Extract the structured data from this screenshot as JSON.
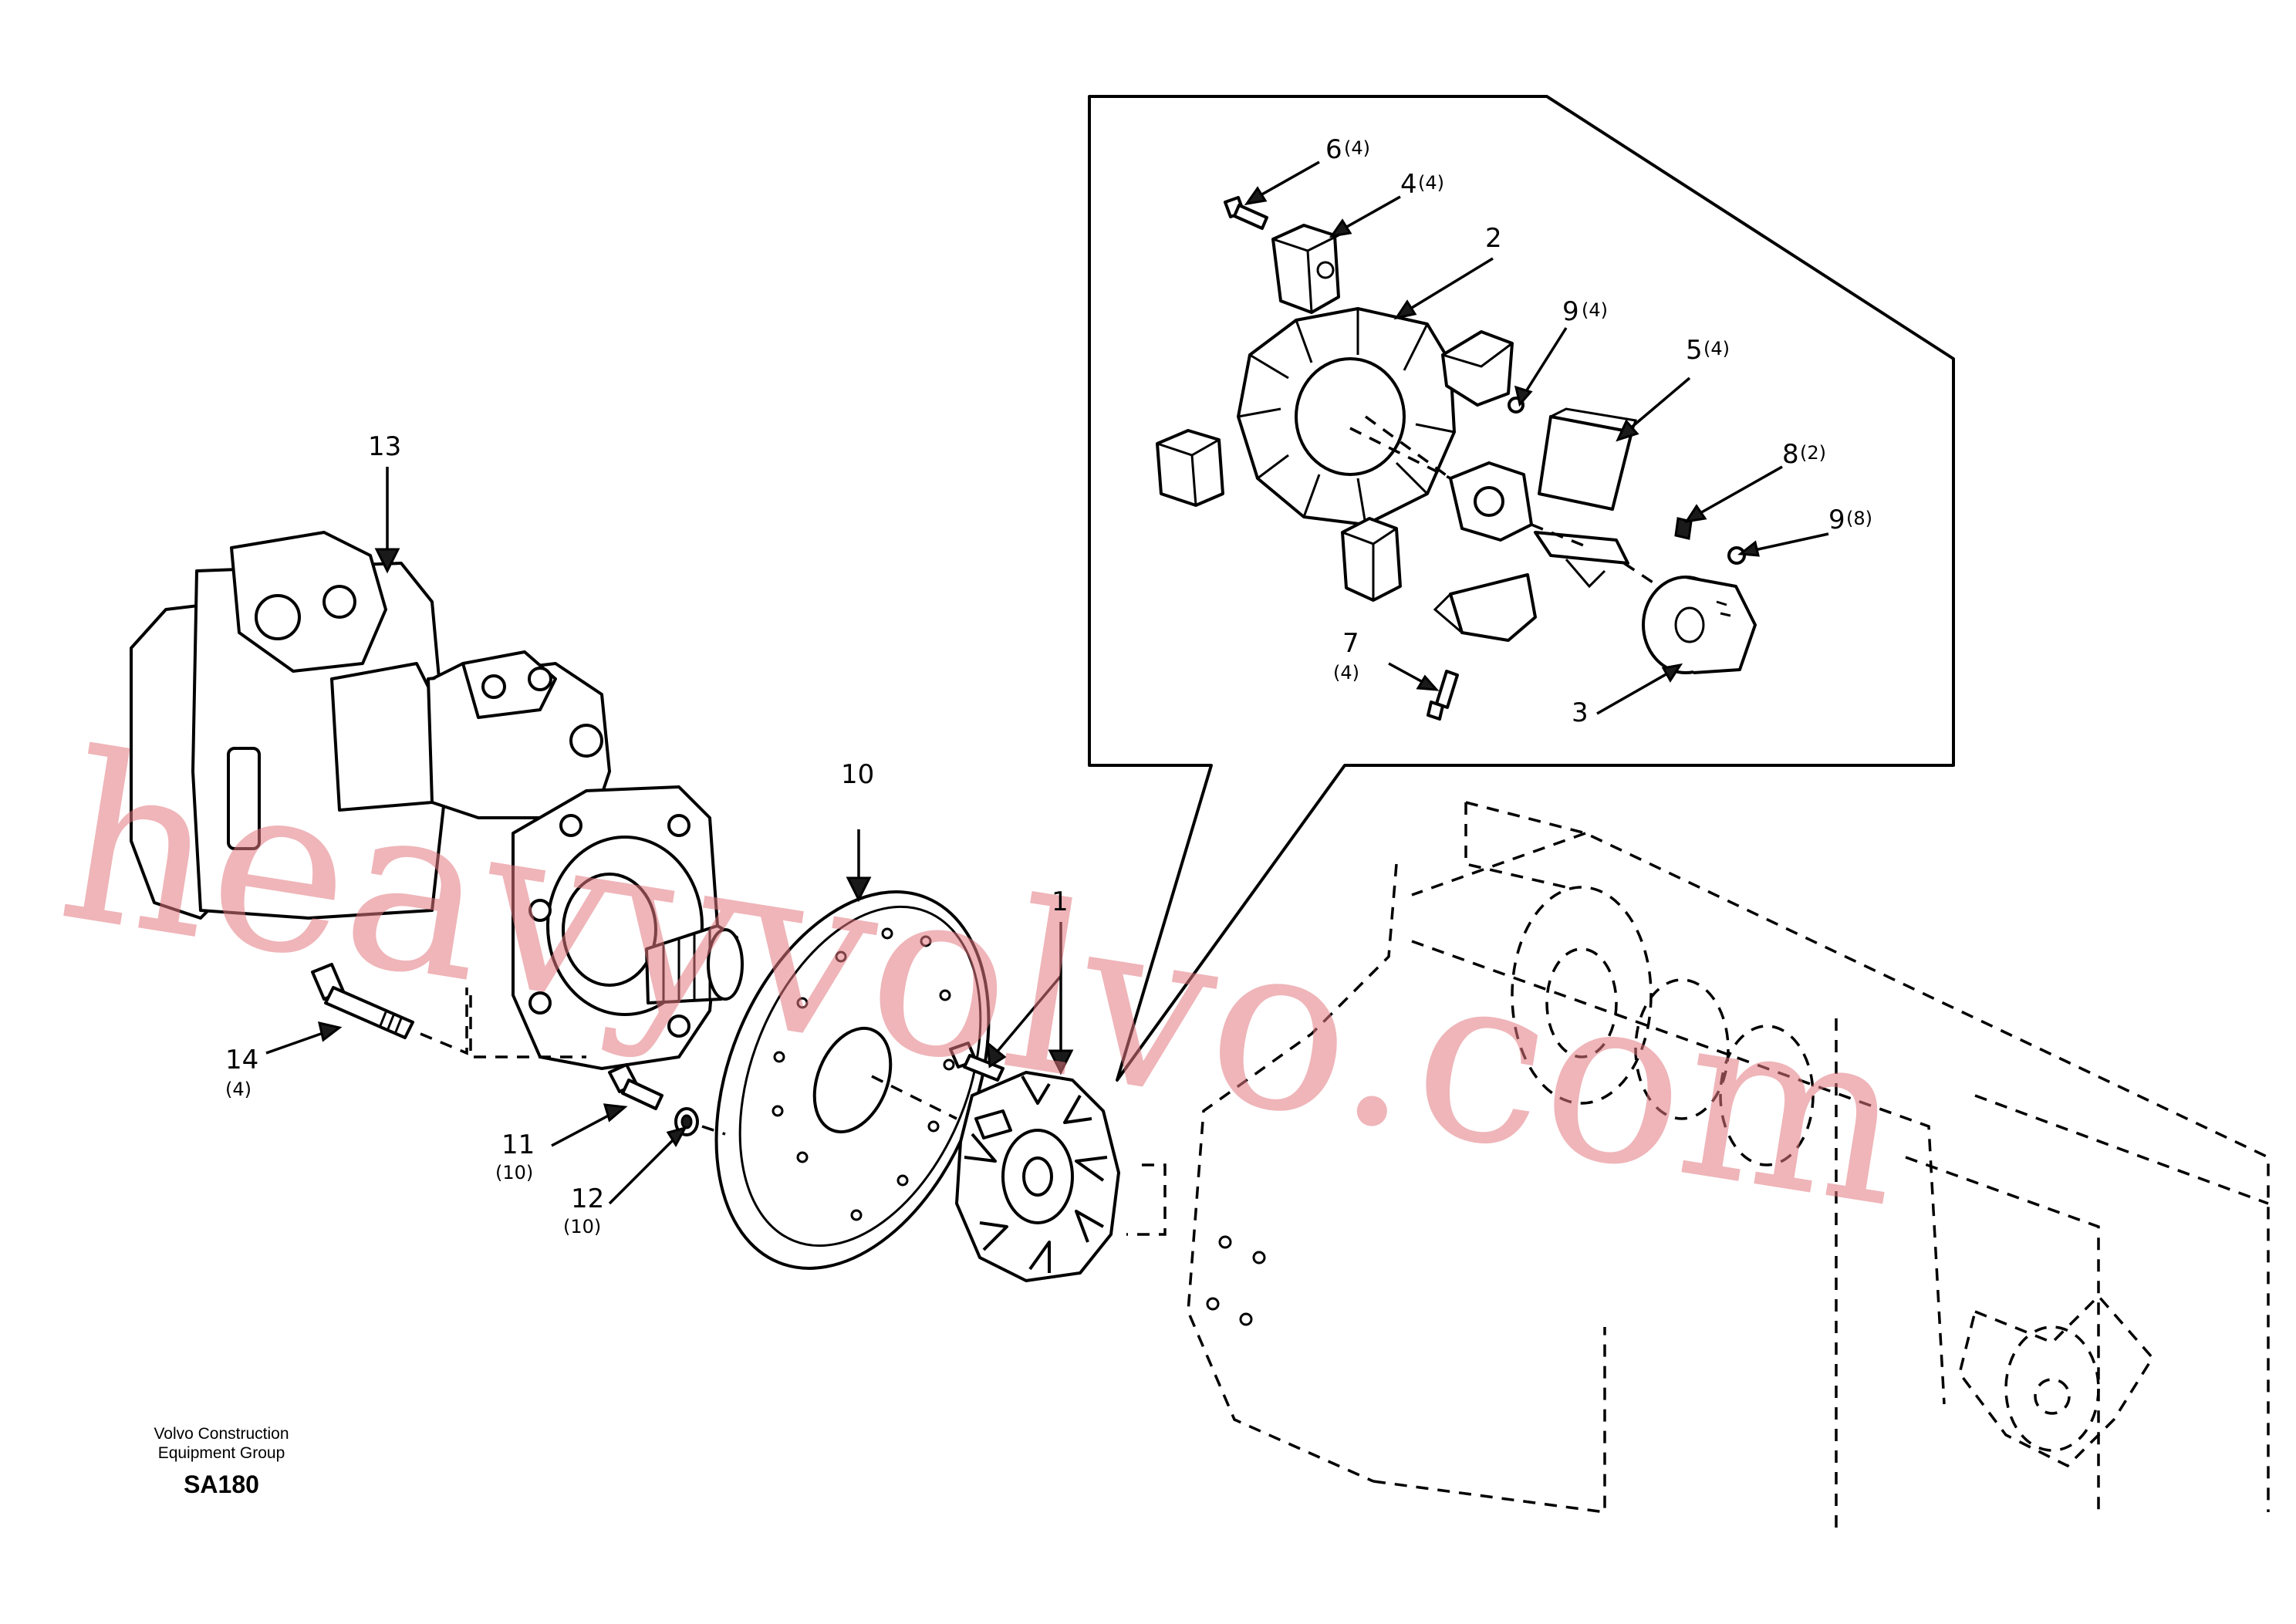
{
  "callouts": [
    {
      "id": "c13",
      "num": "13",
      "qty": ""
    },
    {
      "id": "c10",
      "num": "10",
      "qty": ""
    },
    {
      "id": "c1",
      "num": "1",
      "qty": ""
    },
    {
      "id": "c14",
      "num": "14",
      "qty": "(4)"
    },
    {
      "id": "c11",
      "num": "11",
      "qty": "(10)"
    },
    {
      "id": "c12",
      "num": "12",
      "qty": "(10)"
    },
    {
      "id": "c6",
      "num": "6",
      "qty": "(4)"
    },
    {
      "id": "c4",
      "num": "4",
      "qty": "(4)"
    },
    {
      "id": "c2",
      "num": "2",
      "qty": ""
    },
    {
      "id": "c9a",
      "num": "9",
      "qty": "(4)"
    },
    {
      "id": "c5",
      "num": "5",
      "qty": "(4)"
    },
    {
      "id": "c8",
      "num": "8",
      "qty": "(2)"
    },
    {
      "id": "c9b",
      "num": "9",
      "qty": "(8)"
    },
    {
      "id": "c7",
      "num": "7",
      "qty": "(4)"
    },
    {
      "id": "c3",
      "num": "3",
      "qty": ""
    }
  ],
  "watermark": "heavyvolvo.com",
  "footer": {
    "company_line1": "Volvo Construction",
    "company_line2": "Equipment Group",
    "code": "SA180"
  }
}
